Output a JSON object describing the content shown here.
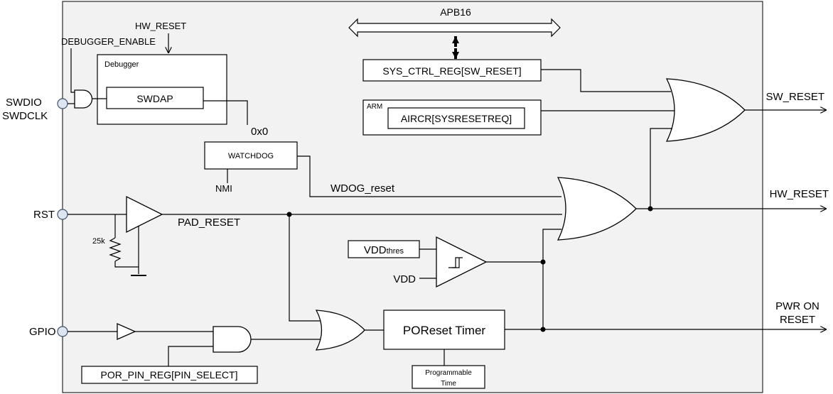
{
  "colors": {
    "background": "#ffffff",
    "chip_fill": "#f2f2f2",
    "line": "#000000",
    "pin_fill": "#dce6f2",
    "pin_stroke": "#44546a"
  },
  "pins": {
    "swdio": "SWDIO",
    "swdclk": "SWDCLK",
    "rst": "RST",
    "gpio": "GPIO"
  },
  "bus": {
    "label": "APB16"
  },
  "signals": {
    "hw_reset_in": "HW_RESET",
    "debugger_enable": "DEBUGGER_ENABLE",
    "hex_value": "0x0",
    "nmi": "NMI",
    "wdog_reset": "WDOG_reset",
    "pad_reset": "PAD_RESET",
    "vdd": "VDD",
    "resistor": "25k"
  },
  "blocks": {
    "debugger": "Debugger",
    "swdap": "SWDAP",
    "watchdog": "WATCHDOG",
    "sys_ctrl_reg": "SYS_CTRL_REG[SW_RESET]",
    "arm": "ARM",
    "aircr": "AIRCR[SYSRESETREQ]",
    "vdd_thres_main": "VDD",
    "vdd_thres_sub": "thres",
    "poreset_timer": "POReset Timer",
    "programmable_time_line1": "Programmable",
    "programmable_time_line2": "Time",
    "por_pin_reg": "POR_PIN_REG[PIN_SELECT]"
  },
  "outputs": {
    "sw_reset": "SW_RESET",
    "hw_reset": "HW_RESET",
    "pwr_on_line1": "PWR ON",
    "pwr_on_line2": "RESET"
  }
}
